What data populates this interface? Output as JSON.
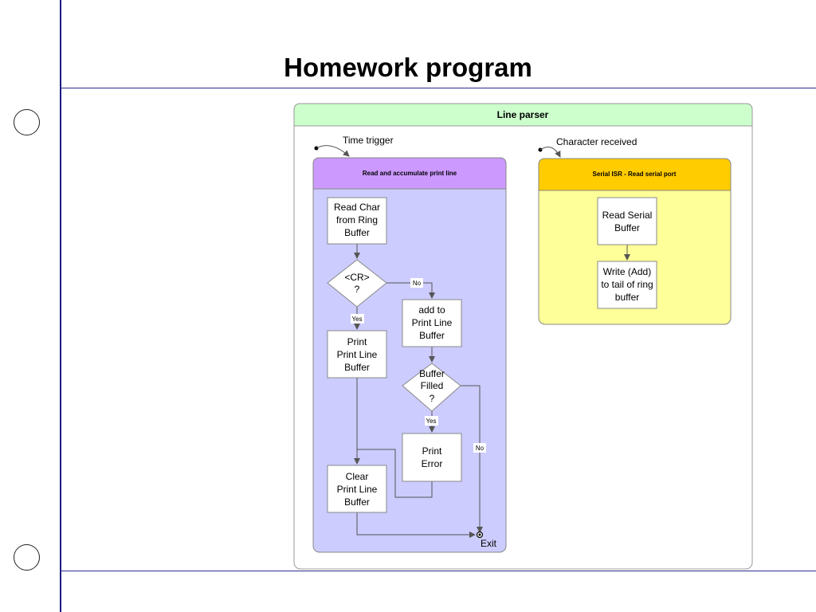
{
  "slide": {
    "title": "Homework program"
  },
  "diagram": {
    "container_title": "Line parser",
    "left_panel": {
      "trigger": "Time trigger",
      "header": "Read and accumulate print line"
    },
    "right_panel": {
      "trigger": "Character received",
      "header": "Serial ISR - Read serial port"
    },
    "nodes": {
      "read_char": [
        "Read Char",
        "from Ring",
        "Buffer"
      ],
      "cr_decision": [
        "<CR>",
        "?"
      ],
      "add_to_buffer": [
        "add to",
        "Print Line",
        "Buffer"
      ],
      "print_line": [
        "Print",
        "Print Line",
        "Buffer"
      ],
      "buffer_filled": [
        "Buffer",
        "Filled",
        "?"
      ],
      "print_error": [
        "Print",
        "Error"
      ],
      "clear_buffer": [
        "Clear",
        "Print Line",
        "Buffer"
      ],
      "read_serial": [
        "Read Serial",
        "Buffer"
      ],
      "write_add": [
        "Write (Add)",
        "to tail of ring",
        "buffer"
      ],
      "exit": "Exit"
    },
    "edge_labels": {
      "cr_no": "No",
      "cr_yes": "Yes",
      "filled_yes": "Yes",
      "filled_no": "No"
    },
    "colors": {
      "container_header": "#ccffcc",
      "left_panel_header": "#cc99ff",
      "left_panel_body": "#ccccff",
      "right_panel_header": "#ffcc00",
      "right_panel_body": "#ffff99",
      "rule": "#1a1a80"
    }
  }
}
